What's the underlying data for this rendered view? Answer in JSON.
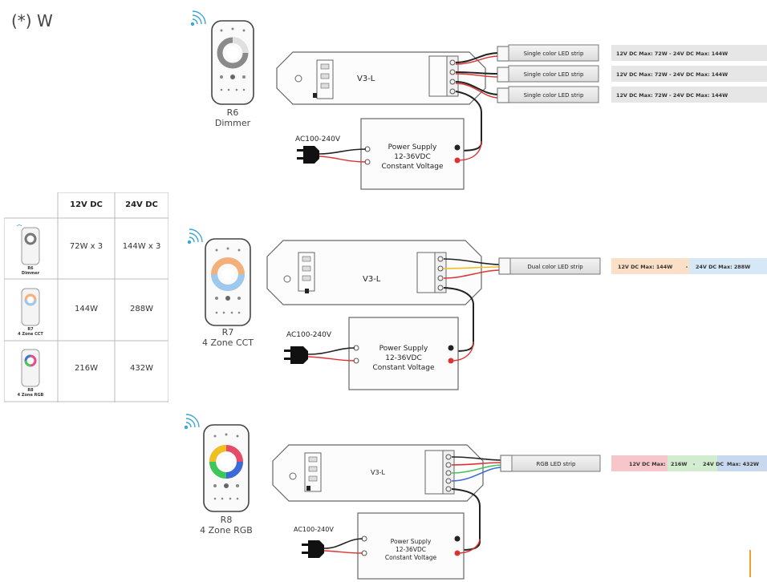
{
  "corner_title": "(*) W",
  "table": {
    "headers": [
      "12V DC",
      "24V DC"
    ],
    "rows": [
      {
        "label_line1": "R6",
        "label_line2": "Dimmer",
        "v12": "72W x 3",
        "v24": "144W x 3"
      },
      {
        "label_line1": "R7",
        "label_line2": "4 Zone CCT",
        "v12": "144W",
        "v24": "288W"
      },
      {
        "label_line1": "R8",
        "label_line2": "4 Zone RGB",
        "v12": "216W",
        "v24": "432W"
      }
    ]
  },
  "sections": [
    {
      "remote_name": "R6",
      "remote_desc": "Dimmer",
      "controller": "V3-L",
      "ac_label": "AC100-240V",
      "psu": [
        "Power Supply",
        "12-36VDC",
        "Constant Voltage"
      ],
      "strips": [
        {
          "label": "Single color LED strip",
          "spec": "12V DC Max: 72W  -  24V DC Max: 144W"
        },
        {
          "label": "Single color LED strip",
          "spec": "12V DC Max: 72W  -  24V DC Max: 144W"
        },
        {
          "label": "Single color LED strip",
          "spec": "12V DC Max: 72W  -  24V DC Max: 144W"
        }
      ]
    },
    {
      "remote_name": "R7",
      "remote_desc": "4 Zone CCT",
      "controller": "V3-L",
      "ac_label": "AC100-240V",
      "psu": [
        "Power Supply",
        "12-36VDC",
        "Constant Voltage"
      ],
      "strips": [
        {
          "label": "Dual color LED strip",
          "spec_a": "12V DC Max: 144W",
          "dash": "-",
          "spec_b": "24V DC Max: 288W"
        }
      ]
    },
    {
      "remote_name": "R8",
      "remote_desc": "4 Zone RGB",
      "controller": "V3-L",
      "ac_label": "AC100-240V",
      "psu": [
        "Power Supply",
        "12-36VDC",
        "Constant Voltage"
      ],
      "strips": [
        {
          "label": "RGB LED strip",
          "spec_a": "12V DC Max:",
          "spec_b": "216W",
          "dash": "-",
          "spec_c": "24V DC",
          "spec_d": "Max: 432W"
        }
      ]
    }
  ],
  "colors": {
    "accent_orange": "#f0a030",
    "cct_warm": "#fbe0c8",
    "cct_cool": "#d6e8f6",
    "rgb_red": "#f6c6cb",
    "rgb_green": "#d2ecd0",
    "rgb_blue": "#c8d8ee",
    "wifi": "#3aa6d8"
  }
}
